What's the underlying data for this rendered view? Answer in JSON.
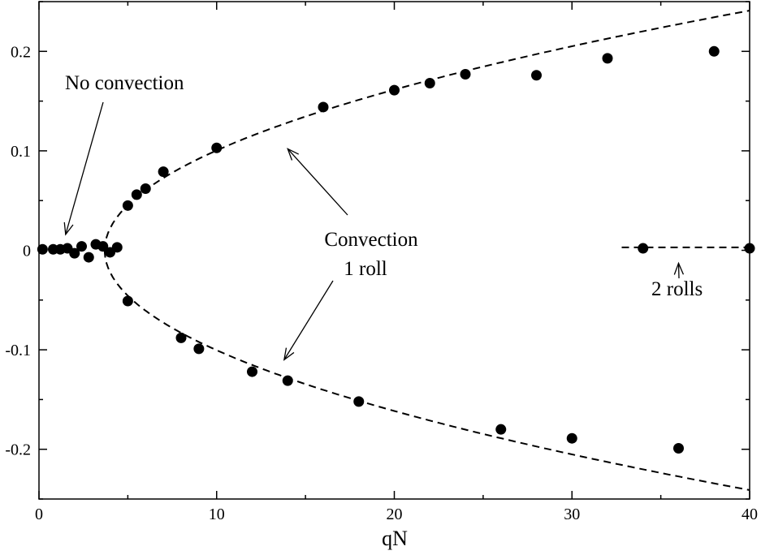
{
  "chart_data": {
    "type": "scatter",
    "title": "",
    "xlabel": "qN",
    "ylabel": "",
    "xlim": [
      0,
      40
    ],
    "ylim": [
      -0.25,
      0.25
    ],
    "x_ticks": [
      0,
      10,
      20,
      30,
      40
    ],
    "x_tick_labels": [
      "0",
      "10",
      "20",
      "30",
      "40"
    ],
    "y_ticks": [
      -0.2,
      -0.1,
      0,
      0.1,
      0.2
    ],
    "y_tick_labels": [
      "-0.2",
      "-0.1",
      "0",
      "0.1",
      "0.2"
    ],
    "grid": false,
    "marker_color": "#000000",
    "series": [
      {
        "marker": "filled-circle",
        "points": [
          [
            0.2,
            0.001
          ],
          [
            0.8,
            0.001
          ],
          [
            1.2,
            0.001
          ],
          [
            1.6,
            0.002
          ],
          [
            2.0,
            -0.003
          ],
          [
            2.4,
            0.004
          ],
          [
            2.8,
            -0.007
          ],
          [
            3.2,
            0.006
          ],
          [
            3.6,
            0.004
          ],
          [
            4.0,
            -0.002
          ],
          [
            4.4,
            0.003
          ],
          [
            5.0,
            0.045
          ],
          [
            5.5,
            0.056
          ],
          [
            6.0,
            0.062
          ],
          [
            7.0,
            0.079
          ],
          [
            10.0,
            0.103
          ],
          [
            16.0,
            0.144
          ],
          [
            20.0,
            0.161
          ],
          [
            22.0,
            0.168
          ],
          [
            24.0,
            0.177
          ],
          [
            28.0,
            0.176
          ],
          [
            32.0,
            0.193
          ],
          [
            38.0,
            0.2
          ],
          [
            5.0,
            -0.051
          ],
          [
            8.0,
            -0.088
          ],
          [
            9.0,
            -0.099
          ],
          [
            12.0,
            -0.122
          ],
          [
            14.0,
            -0.131
          ],
          [
            18.0,
            -0.152
          ],
          [
            26.0,
            -0.18
          ],
          [
            30.0,
            -0.189
          ],
          [
            36.0,
            -0.199
          ],
          [
            34.0,
            0.002
          ],
          [
            40.0,
            0.002
          ]
        ]
      },
      {
        "style": "dashed",
        "description_curve": "bifurcation branches y = +/- a*sqrt(qN - qc)",
        "qc": 3.7,
        "a": 0.04,
        "x_range": [
          3.7,
          40
        ]
      },
      {
        "style": "dashed",
        "y": 0.003,
        "x_range": [
          32.8,
          40
        ]
      }
    ],
    "annotations": [
      {
        "text": "No convection",
        "arrow_to": [
          1.5,
          0.016
        ]
      },
      {
        "text": "Convection",
        "line2": "1 roll",
        "arrows_to": [
          [
            14.0,
            0.102
          ],
          [
            13.8,
            -0.11
          ]
        ]
      },
      {
        "text": "2 rolls",
        "arrow_to": [
          36.0,
          -0.013
        ]
      }
    ]
  }
}
